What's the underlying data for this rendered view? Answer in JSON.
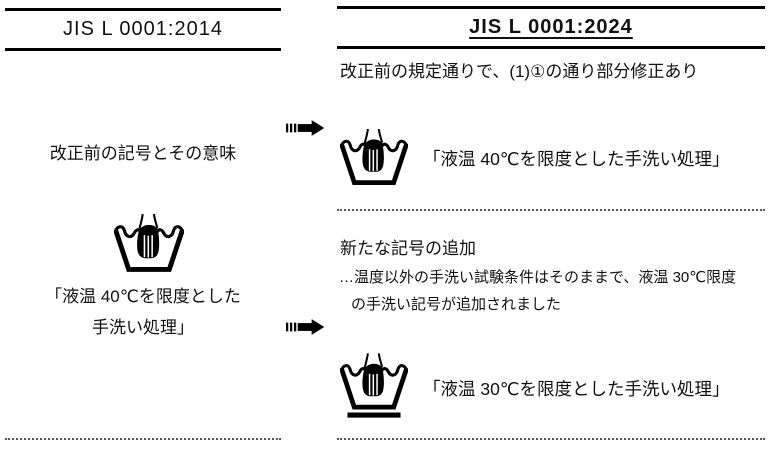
{
  "colors": {
    "text": "#111111",
    "line": "#000000"
  },
  "left_column": {
    "header": "JIS L 0001:2014",
    "label": "改正前の記号とその意味",
    "symbol_name": "hand-wash-40",
    "caption_line1": "「液温 40℃を限度とした",
    "caption_line2": "手洗い処理」"
  },
  "right_column": {
    "header": "JIS L 0001:2024",
    "note": "改正前の規定通りで、(1)①の通り部分修正あり",
    "row_40": {
      "symbol_name": "hand-wash-40",
      "caption": "「液温 40℃を限度とした手洗い処理」"
    },
    "new_symbol_section": {
      "heading": "新たな記号の追加",
      "detail_line1": "…温度以外の手洗い試験条件はそのままで、液温 30℃限度",
      "detail_line2": "の手洗い記号が追加されました"
    },
    "row_30": {
      "symbol_name": "hand-wash-30-mild-process",
      "caption": "「液温 30℃を限度とした手洗い処理」"
    }
  }
}
